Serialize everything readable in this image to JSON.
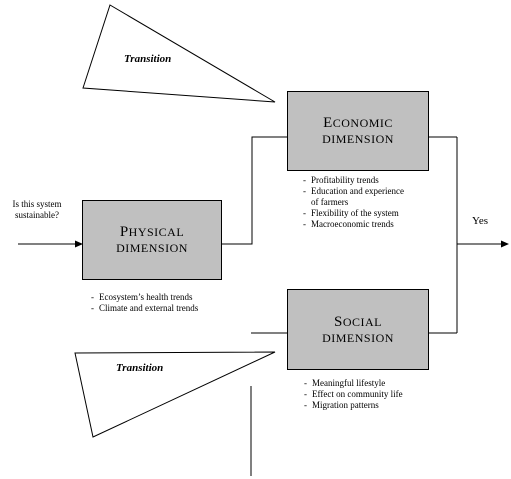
{
  "question": {
    "line1": "Is this system",
    "line2": "sustainable?"
  },
  "transition_label": "Transition",
  "physical": {
    "line1_cap": "P",
    "line1_rest": "HYSICAL",
    "line2": "DIMENSION",
    "bullets": [
      "Ecosystem’s health trends",
      "Climate and external trends"
    ]
  },
  "economic": {
    "line1_cap": "E",
    "line1_rest": "CONOMIC",
    "line2": "DIMENSION",
    "bullets": [
      "Profitability trends",
      "Education and experience",
      "of farmers",
      "Flexibility of the system",
      "Macroeconomic trends"
    ]
  },
  "social": {
    "line1_cap": "S",
    "line1_rest": "OCIAL",
    "line2": "DIMENSION",
    "bullets": [
      "Meaningful lifestyle",
      "Effect on community life",
      "Migration patterns"
    ]
  },
  "yes_label": "Yes",
  "colors": {
    "box_fill": "#c0c0c0",
    "stroke": "#000000"
  }
}
